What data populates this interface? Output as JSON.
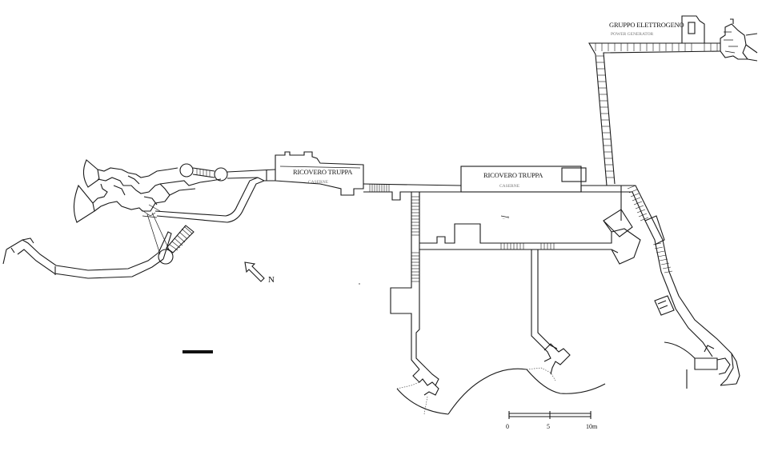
{
  "labels": {
    "generator": "GRUPPO ELETTROGENO",
    "generator_sub": "POWER GENERATOR",
    "barracks_1": "RICOVERO TRUPPA",
    "barracks_1_sub": "CASERNE",
    "barracks_2": "RICOVERO TRUPPA",
    "barracks_2_sub": "CASERNE",
    "north": "N"
  },
  "scale": {
    "ticks": [
      "0",
      "5",
      "10m"
    ]
  },
  "colors": {
    "line": "#1a1a1a",
    "background": "#ffffff",
    "subtitle": "#777777"
  }
}
